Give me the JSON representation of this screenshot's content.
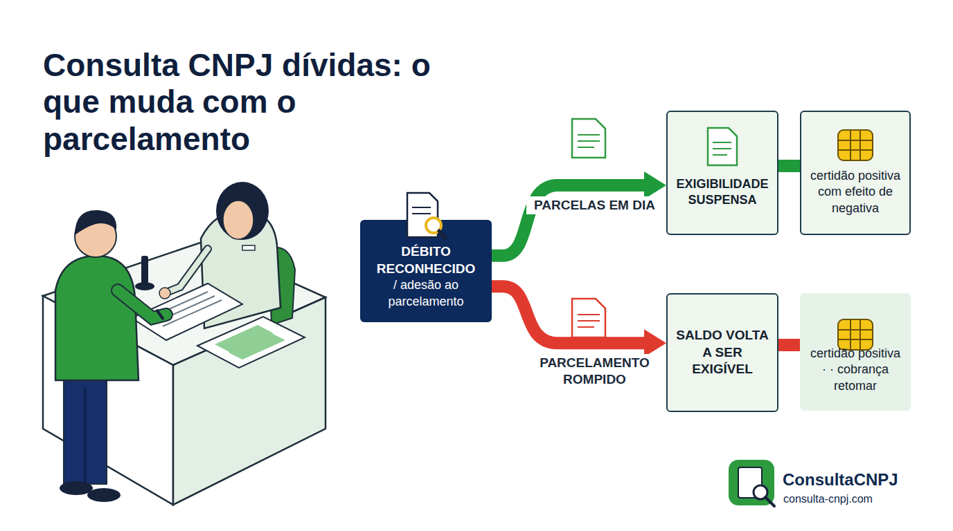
{
  "diagram": {
    "title": "Consulta CNPJ dívidas: o que muda com o parcelamento",
    "nodes": [
      {
        "text": [
          "DÉBITO RECONHECIDO",
          "/ adesão ao parcelamento"
        ]
      },
      {
        "text": [
          "EXIGIBILIDADE SUSPENSA"
        ]
      },
      {
        "text": [
          "certidão positiva com efeito de negativa"
        ]
      },
      {
        "text": [
          "SALDO VOLTA A SER EXIGÍVEL"
        ]
      },
      {
        "text": [
          "certidão positiva · · cobrança retomar"
        ]
      }
    ],
    "edges": [
      {
        "from": 0,
        "to": 1,
        "label": "PARCELAS EM DIA",
        "arrow": "to"
      },
      {
        "from": 1,
        "to": 2,
        "arrow": "none"
      },
      {
        "from": 0,
        "to": 3,
        "label": "PARCELAMENTO ROMPIDO",
        "arrow": "to"
      },
      {
        "from": 3,
        "to": 4,
        "arrow": "none"
      }
    ],
    "labels": [
      "ConsultaCNPJ",
      "consulta-cnpj.com"
    ]
  }
}
